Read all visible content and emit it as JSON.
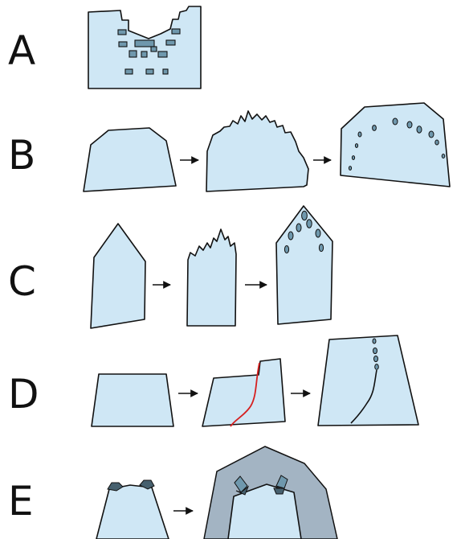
{
  "rows": [
    {
      "id": "A",
      "label": "A"
    },
    {
      "id": "B",
      "label": "B"
    },
    {
      "id": "C",
      "label": "C"
    },
    {
      "id": "D",
      "label": "D"
    },
    {
      "id": "E",
      "label": "E"
    }
  ],
  "colors": {
    "fragment_fill": "#cfe7f5",
    "outline": "#111111",
    "inclusions": "#6f98ad",
    "fracture_line": "#d62020",
    "overgrowth": "#a3b4c3"
  }
}
